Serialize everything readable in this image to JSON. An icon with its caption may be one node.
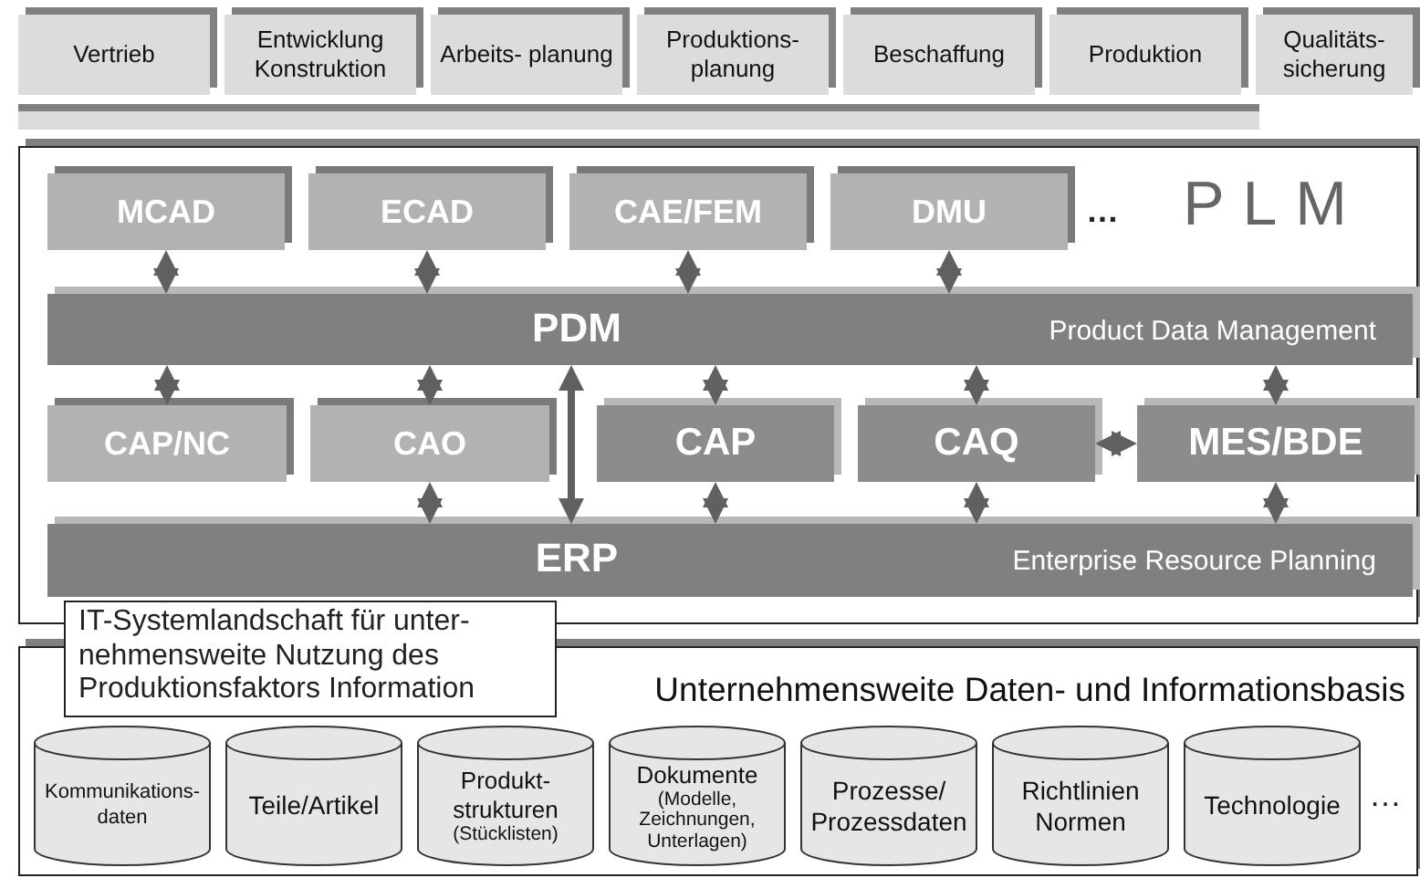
{
  "diagram": {
    "nodes": [
      {
        "text": [
          "Vertrieb"
        ]
      },
      {
        "text": [
          "Entwicklung Konstruktion"
        ]
      },
      {
        "text": [
          "Arbeits- planung"
        ]
      },
      {
        "text": [
          "Produktions- planung"
        ]
      },
      {
        "text": [
          "Beschaffung"
        ]
      },
      {
        "text": [
          "Produktion"
        ]
      },
      {
        "text": [
          "Qualitäts- sicherung"
        ]
      },
      {
        "text": [
          "PLM"
        ]
      },
      {
        "text": [
          "MCAD"
        ],
        "in": 7
      },
      {
        "text": [
          "ECAD"
        ],
        "in": 7
      },
      {
        "text": [
          "CAE/FEM"
        ],
        "in": 7
      },
      {
        "text": [
          "DMU"
        ],
        "in": 7,
        "beside": [
          "…"
        ]
      },
      {
        "text": [
          "PDM",
          "Product Data Management"
        ],
        "in": 7
      },
      {
        "text": [
          "CAP/NC"
        ],
        "in": 7
      },
      {
        "text": [
          "CAO"
        ],
        "in": 7
      },
      {
        "text": [
          "CAP"
        ],
        "in": 7
      },
      {
        "text": [
          "CAQ"
        ],
        "in": 7
      },
      {
        "text": [
          "MES/BDE"
        ],
        "in": 7
      },
      {
        "text": [
          "ERP",
          "Enterprise Resource Planning"
        ],
        "in": 7
      },
      {
        "text": [
          "IT-Systemlandschaft für unter- nehmensweite Nutzung des Produktionsfaktors Information"
        ]
      },
      {
        "text": [
          "Unternehmensweite Daten- und Informationsbasis"
        ]
      },
      {
        "text": [
          "Kommunikations- daten"
        ],
        "in": 20
      },
      {
        "text": [
          "Teile/Artikel"
        ],
        "in": 20
      },
      {
        "text": [
          "Produkt- strukturen",
          "(Stücklisten)"
        ],
        "in": 20
      },
      {
        "text": [
          "Dokumente",
          "(Modelle, Zeichnungen, Unterlagen)"
        ],
        "in": 20
      },
      {
        "text": [
          "Prozesse/ Prozessdaten"
        ],
        "in": 20
      },
      {
        "text": [
          "Richtlinien Normen"
        ],
        "in": 20
      },
      {
        "text": [
          "Technologie"
        ],
        "in": 20,
        "beside": [
          "…"
        ]
      },
      {
        "text": [],
        "shape": "bar"
      }
    ],
    "edges": [
      {
        "from": 8,
        "to": 12,
        "arrow": "both"
      },
      {
        "from": 9,
        "to": 12,
        "arrow": "both"
      },
      {
        "from": 10,
        "to": 12,
        "arrow": "both"
      },
      {
        "from": 11,
        "to": 12,
        "arrow": "both"
      },
      {
        "from": 12,
        "to": 13,
        "arrow": "both"
      },
      {
        "from": 12,
        "to": 14,
        "arrow": "both"
      },
      {
        "from": 12,
        "to": 18,
        "arrow": "both"
      },
      {
        "from": 12,
        "to": 15,
        "arrow": "both"
      },
      {
        "from": 12,
        "to": 16,
        "arrow": "both"
      },
      {
        "from": 12,
        "to": 17,
        "arrow": "both"
      },
      {
        "from": 14,
        "to": 18,
        "arrow": "both"
      },
      {
        "from": 15,
        "to": 18,
        "arrow": "both"
      },
      {
        "from": 16,
        "to": 18,
        "arrow": "both"
      },
      {
        "from": 17,
        "to": 18,
        "arrow": "both"
      },
      {
        "from": 16,
        "to": 17,
        "arrow": "both"
      }
    ]
  }
}
